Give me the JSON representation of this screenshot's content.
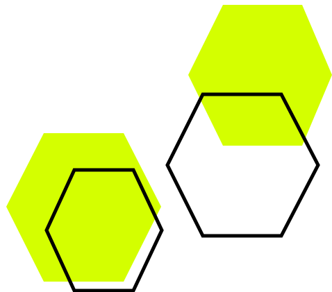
{
  "colors": {
    "background": "#ffffff",
    "lime_fill": "#d4ff00",
    "outline": "#000000"
  },
  "shapes": [
    {
      "name": "lime-hexagon-top-right",
      "style": "filled"
    },
    {
      "name": "outline-hexagon-right",
      "style": "outline"
    },
    {
      "name": "lime-hexagon-bottom-left",
      "style": "filled"
    },
    {
      "name": "outline-hexagon-bottom-left",
      "style": "outline"
    }
  ]
}
